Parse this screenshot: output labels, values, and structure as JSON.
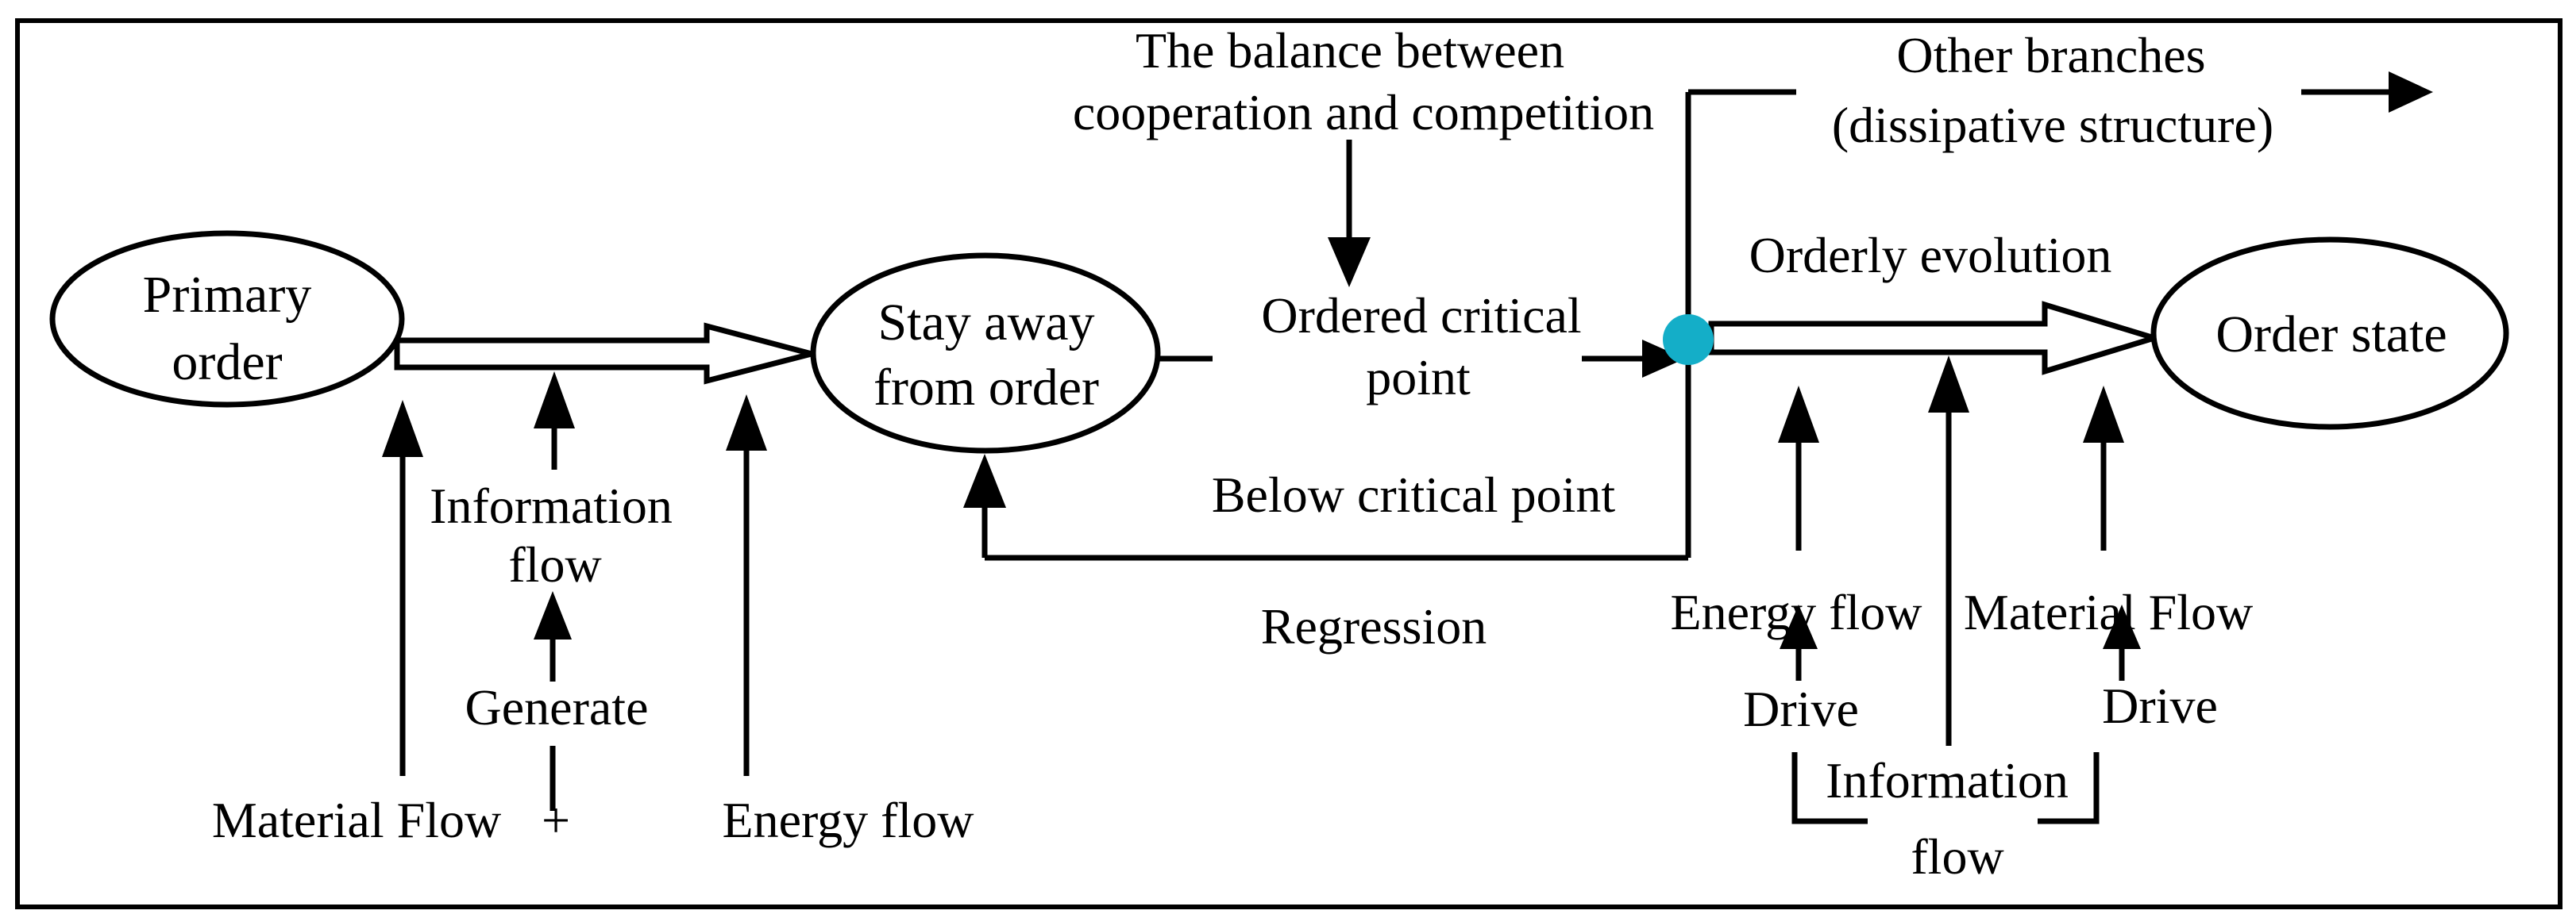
{
  "diagram": {
    "title_hidden": "",
    "colors": {
      "junction": "#14aec8",
      "line": "#000000",
      "background": "#ffffff"
    },
    "nodes": {
      "primary_order": {
        "line1": "Primary",
        "line2": "order"
      },
      "stay_away_from_order": {
        "line1": "Stay away",
        "line2": "from order"
      },
      "order_state": {
        "label": "Order state"
      }
    },
    "top": {
      "balance_line1": "The balance between",
      "balance_line2": "cooperation and competition",
      "ordered_critical_line1": "Ordered critical",
      "ordered_critical_line2": "point",
      "other_branches_line1": "Other branches",
      "other_branches_line2": "(dissipative structure)"
    },
    "middle": {
      "orderly_evolution": "Orderly evolution",
      "below_critical_point": "Below critical point",
      "regression": "Regression"
    },
    "left_inputs": {
      "information_line1": "Information",
      "information_line2": "flow",
      "generate": "Generate",
      "material_flow": "Material Flow",
      "plus": "+",
      "energy_flow": "Energy flow"
    },
    "right_inputs": {
      "energy_flow": "Energy flow",
      "material_flow": "Material Flow",
      "drive_left": "Drive",
      "drive_right": "Drive",
      "information_line1": "Information",
      "information_line2": "flow"
    }
  }
}
